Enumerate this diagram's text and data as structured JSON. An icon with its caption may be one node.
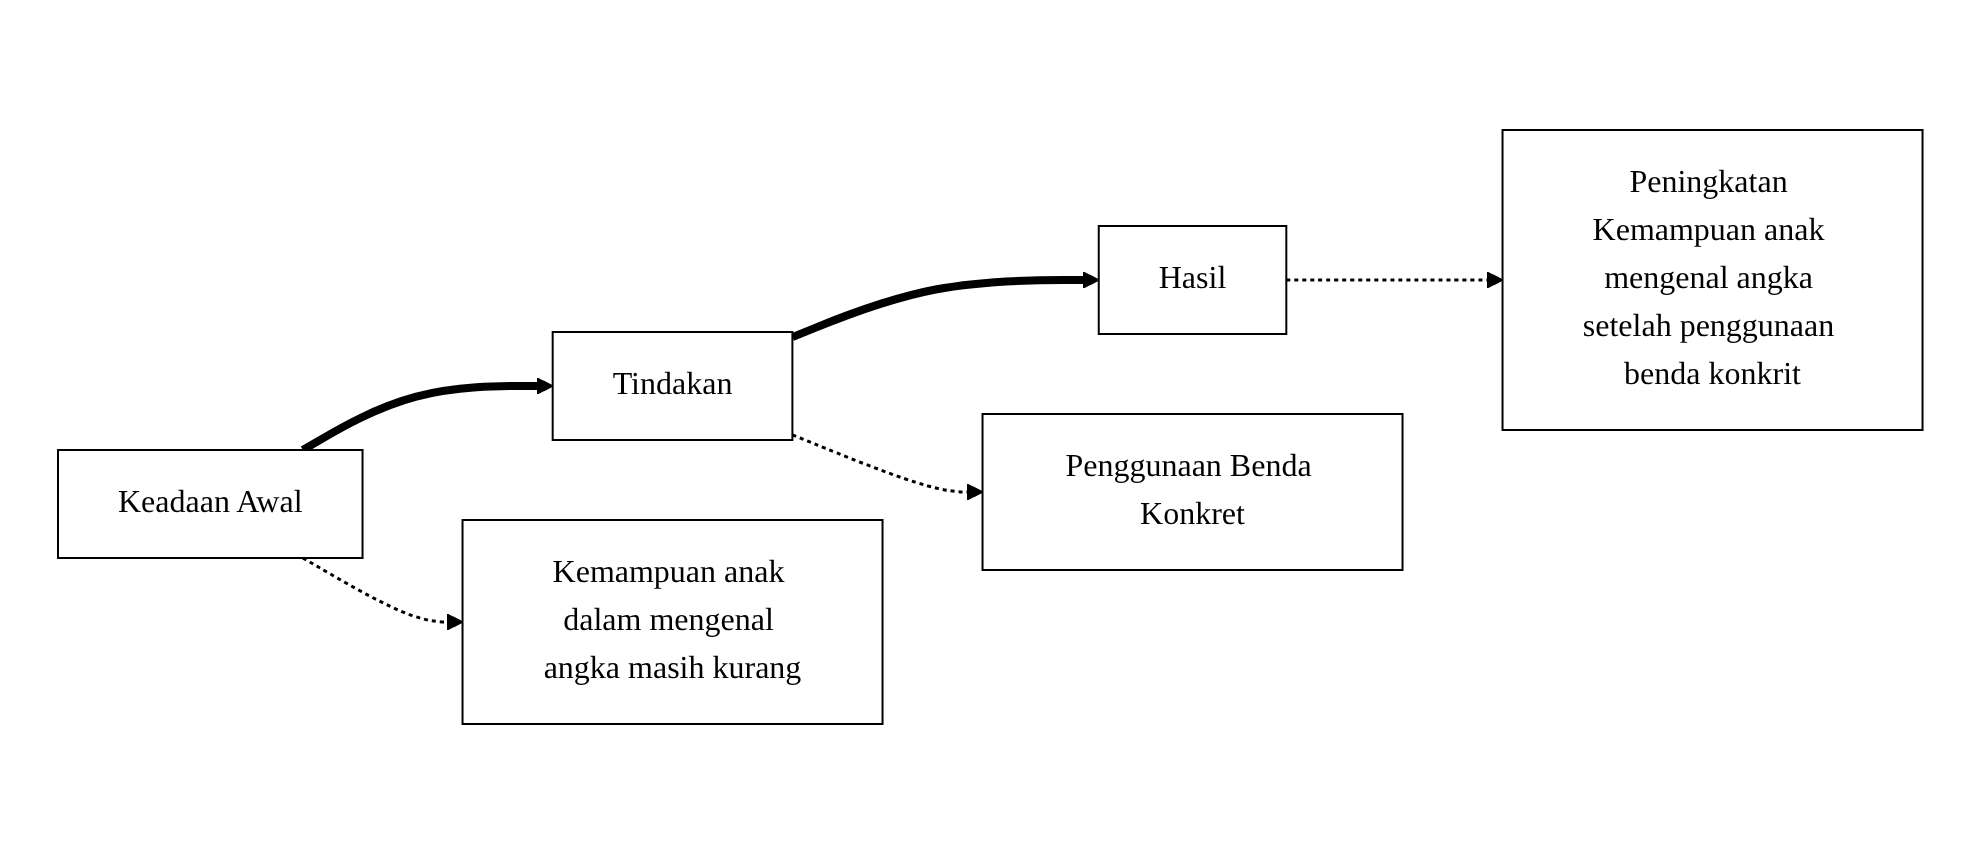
{
  "diagram": {
    "nodes": [
      {
        "text": [
          "Keadaan Awal"
        ]
      },
      {
        "text": [
          "Tindakan"
        ]
      },
      {
        "text": [
          "Hasil"
        ]
      },
      {
        "text": [
          "Kemampuan anak dalam mengenal angka masih kurang"
        ]
      },
      {
        "text": [
          "Penggunaan Benda Konkret"
        ]
      },
      {
        "text": [
          "Peningkatan Kemampuan anak mengenal angka setelah penggunaan benda konkrit"
        ]
      }
    ],
    "edges": [
      {
        "from": 0,
        "to": 1,
        "arrow": "to",
        "style": "thick"
      },
      {
        "from": 1,
        "to": 2,
        "arrow": "to",
        "style": "thick"
      },
      {
        "from": 0,
        "to": 3,
        "arrow": "to",
        "style": "dashed"
      },
      {
        "from": 1,
        "to": 4,
        "arrow": "to",
        "style": "dashed"
      },
      {
        "from": 2,
        "to": 5,
        "arrow": "to",
        "style": "dashed"
      }
    ]
  }
}
